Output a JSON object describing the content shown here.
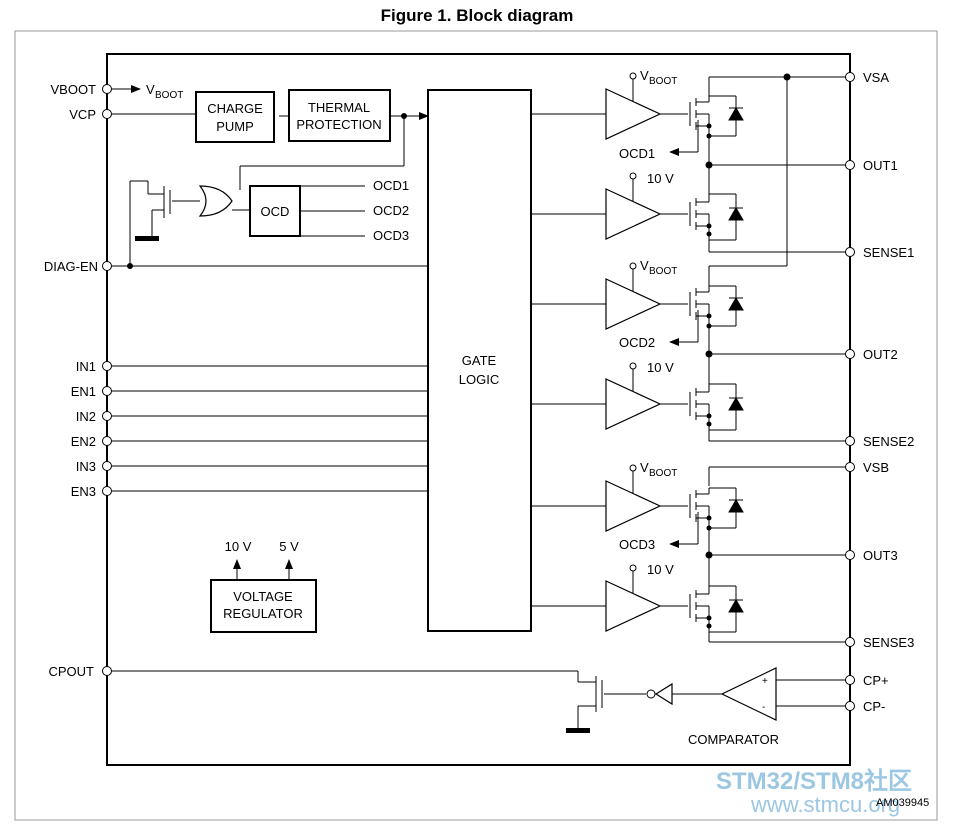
{
  "figure_title": "Figure 1. Block diagram",
  "left_pins": {
    "vboot": "VBOOT",
    "vcp": "VCP",
    "diag_en": "DIAG-EN",
    "in1": "IN1",
    "en1": "EN1",
    "in2": "IN2",
    "en2": "EN2",
    "in3": "IN3",
    "en3": "EN3",
    "cpout": "CPOUT"
  },
  "right_pins": {
    "vsa": "VSA",
    "out1": "OUT1",
    "sense1": "SENSE1",
    "out2": "OUT2",
    "sense2": "SENSE2",
    "vsb": "VSB",
    "out3": "OUT3",
    "sense3": "SENSE3",
    "cp_plus": "CP+",
    "cp_minus": "CP-"
  },
  "blocks": {
    "charge_pump": [
      "CHARGE",
      "PUMP"
    ],
    "thermal_protection": [
      "THERMAL",
      "PROTECTION"
    ],
    "ocd": "OCD",
    "gate_logic": [
      "GATE",
      "LOGIC"
    ],
    "voltage_regulator": [
      "VOLTAGE",
      "REGULATOR"
    ],
    "comparator": "COMPARATOR"
  },
  "signals": {
    "vboot_main": "V",
    "vboot_sub": "BOOT",
    "v10": "10 V",
    "v5": "5 V",
    "ocd1": "OCD1",
    "ocd2": "OCD2",
    "ocd3": "OCD3",
    "plus": "+",
    "minus": "-"
  },
  "watermark": {
    "line1": "STM32/STM8社区",
    "line2": "www.stmcu.org"
  },
  "figure_code": "AM039945"
}
